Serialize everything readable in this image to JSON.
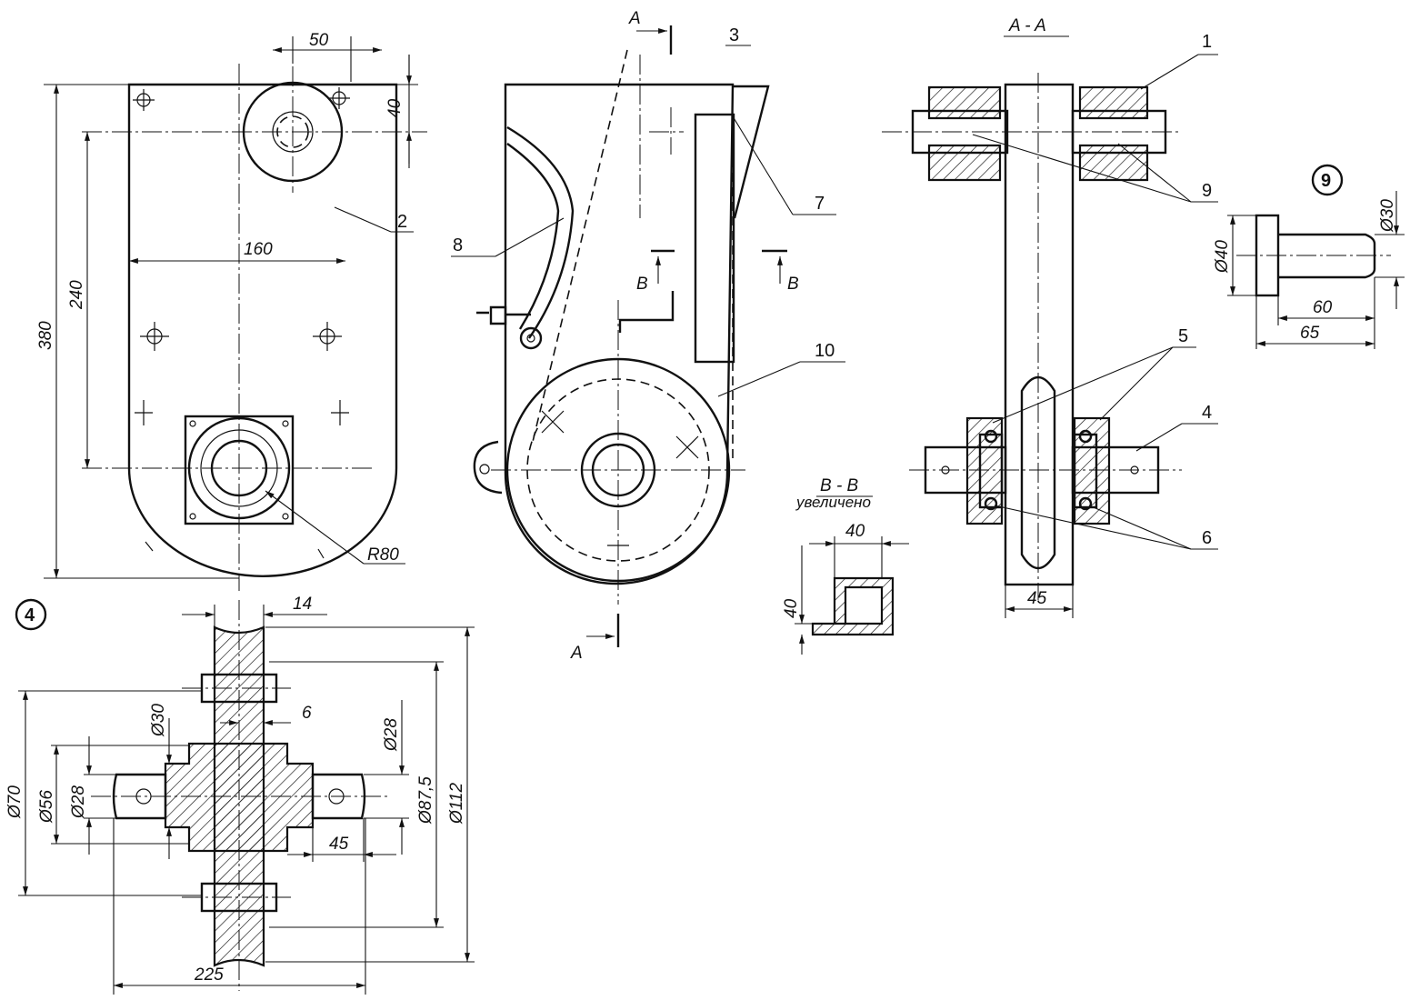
{
  "views": {
    "front": {
      "dims": {
        "top_width": "50",
        "top_offset": "40",
        "width": "160",
        "center_dist": "240",
        "height": "380",
        "radius": "R80"
      },
      "callout": "2"
    },
    "side": {
      "title": "3",
      "section_a_top": "A",
      "section_a_bottom": "A",
      "section_b_left": "B",
      "section_b_right": "B",
      "callouts": {
        "c7": "7",
        "c8": "8",
        "c10": "10"
      }
    },
    "section_aa": {
      "title": "A - A",
      "dim_width": "45",
      "callouts": {
        "c1": "1",
        "c9": "9",
        "c5": "5",
        "c4": "4",
        "c6": "6"
      }
    },
    "section_bb": {
      "title": "B - B",
      "subtitle": "увеличено",
      "dim_w": "40",
      "dim_h": "40"
    },
    "detail9": {
      "badge": "9",
      "dims": {
        "d30": "Ø30",
        "d40": "Ø40",
        "l60": "60",
        "l65": "65"
      }
    },
    "detail4": {
      "badge": "4",
      "dims": {
        "w14": "14",
        "w6": "6",
        "d30": "Ø30",
        "d28_right": "Ø28",
        "d70": "Ø70",
        "d56": "Ø56",
        "d28_left": "Ø28",
        "d87": "Ø87,5",
        "d112": "Ø112",
        "l45": "45",
        "l225": "225"
      }
    }
  }
}
